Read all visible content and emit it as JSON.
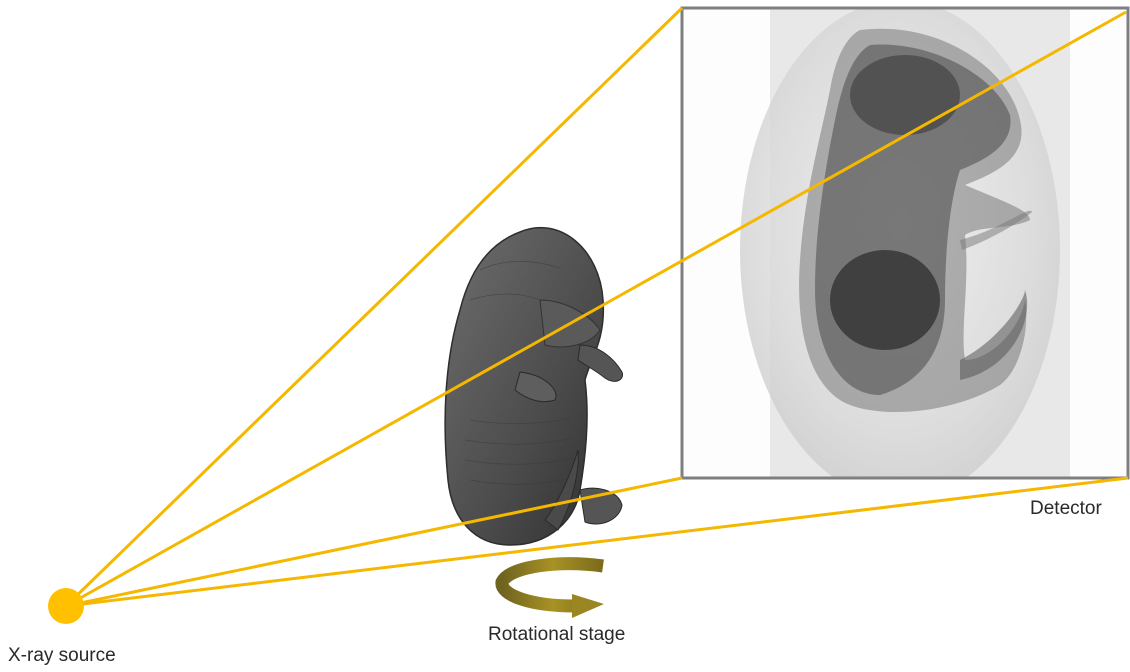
{
  "labels": {
    "source": "X-ray source",
    "stage": "Rotational stage",
    "detector": "Detector"
  },
  "colors": {
    "beam": "#F5B800",
    "source_dot": "#FFC000",
    "detector_frame": "#7F7F7F",
    "specimen": "#4a4a4a",
    "stage_arrow": "#8C7A1E"
  },
  "icons": {
    "source": "x-ray-source-dot-icon",
    "stage": "rotation-arrow-icon"
  }
}
